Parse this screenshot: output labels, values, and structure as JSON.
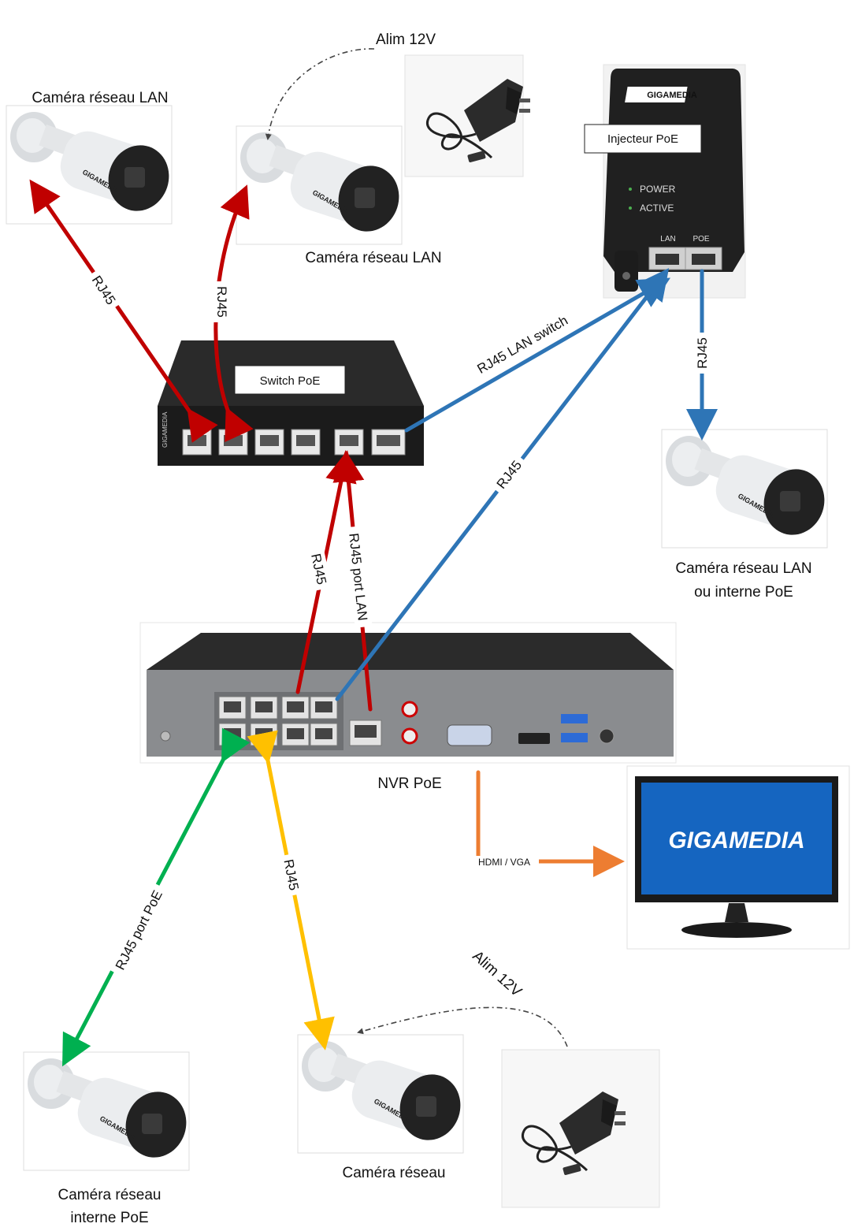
{
  "devices": {
    "camera_lan_1": "Caméra réseau LAN",
    "camera_lan_2": "Caméra réseau LAN",
    "camera_lan_poe_line1": "Caméra réseau LAN",
    "camera_lan_poe_line2": "ou interne PoE",
    "camera_poe_line1": "Caméra réseau",
    "camera_poe_line2": "interne PoE",
    "camera_bottom": "Caméra réseau",
    "switch": "Switch PoE",
    "injector": "Injecteur PoE",
    "nvr": "NVR PoE",
    "psu_top": "Alim 12V",
    "psu_bottom": "Alim 12V"
  },
  "branding": {
    "logo": "GIGAMEDIA",
    "injector_leds": [
      "POWER",
      "ACTIVE"
    ],
    "injector_ports": [
      "LAN",
      "POE"
    ]
  },
  "connections": {
    "rj45_a": "RJ45",
    "rj45_b": "RJ45",
    "rj45_switch_nvr": "RJ45",
    "rj45_port_lan": "RJ45 port LAN",
    "rj45_lan_switch": "RJ45 LAN switch",
    "rj45_nvr_injector": "RJ45",
    "rj45_injector_cam": "RJ45",
    "rj45_port_poe": "RJ45 port PoE",
    "rj45_yellow": "RJ45",
    "hdmi_vga": "HDMI / VGA"
  },
  "colors": {
    "red": "#c00000",
    "blue": "#2e75b6",
    "green": "#00b050",
    "yellow": "#ffc000",
    "orange": "#ed7d31",
    "dark": "#1a1a1a",
    "nvr_gray": "#8a8c8f"
  }
}
